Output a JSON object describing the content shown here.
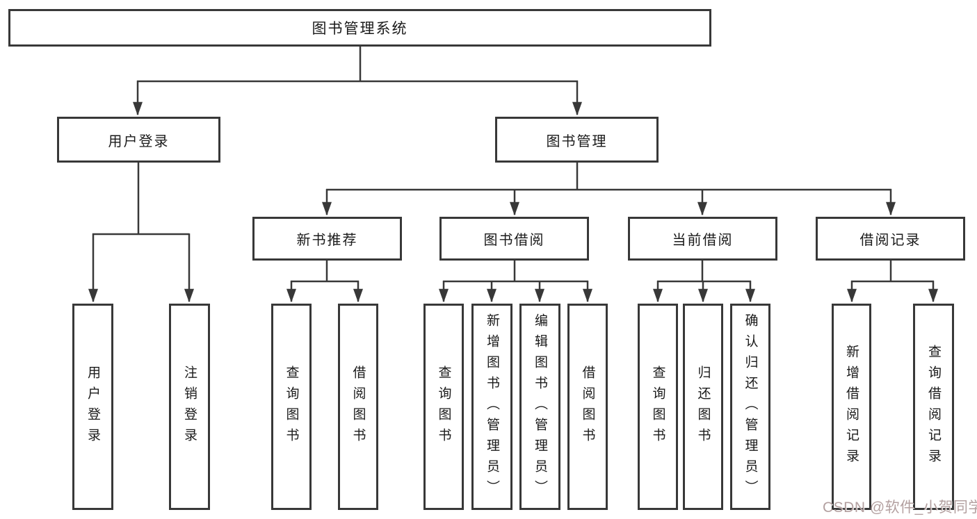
{
  "diagram": {
    "root": {
      "id": "library-management-system",
      "label": "图书管理系统"
    },
    "level2": [
      {
        "id": "user-login",
        "label": "用户登录",
        "parent": "library-management-system"
      },
      {
        "id": "book-management",
        "label": "图书管理",
        "parent": "library-management-system"
      }
    ],
    "level3": [
      {
        "id": "new-book-recommendation",
        "label": "新书推荐",
        "parent": "book-management"
      },
      {
        "id": "book-borrowing",
        "label": "图书借阅",
        "parent": "book-management"
      },
      {
        "id": "current-borrowing",
        "label": "当前借阅",
        "parent": "book-management"
      },
      {
        "id": "borrowing-records",
        "label": "借阅记录",
        "parent": "book-management"
      }
    ],
    "leaves": [
      {
        "label": "用户登录",
        "parent": "user-login"
      },
      {
        "label": "注销登录",
        "parent": "user-login"
      },
      {
        "label": "查询图书",
        "parent": "new-book-recommendation"
      },
      {
        "label": "借阅图书",
        "parent": "new-book-recommendation"
      },
      {
        "label": "查询图书",
        "parent": "book-borrowing"
      },
      {
        "label": "新增图书（管理员）",
        "parent": "book-borrowing"
      },
      {
        "label": "编辑图书（管理员）",
        "parent": "book-borrowing"
      },
      {
        "label": "借阅图书",
        "parent": "book-borrowing"
      },
      {
        "label": "查询图书",
        "parent": "current-borrowing"
      },
      {
        "label": "归还图书",
        "parent": "current-borrowing"
      },
      {
        "label": "确认归还（管理员）",
        "parent": "current-borrowing"
      },
      {
        "label": "新增借阅记录",
        "parent": "borrowing-records"
      },
      {
        "label": "查询借阅记录",
        "parent": "borrowing-records"
      }
    ],
    "colors": {
      "line": "#383838",
      "box_border": "#383838",
      "box_fill": "#ffffff",
      "text": "#1a1a1a",
      "watermark": "#af9b9b"
    },
    "watermark": {
      "text": "CSDN @软件_小贺同学"
    }
  }
}
